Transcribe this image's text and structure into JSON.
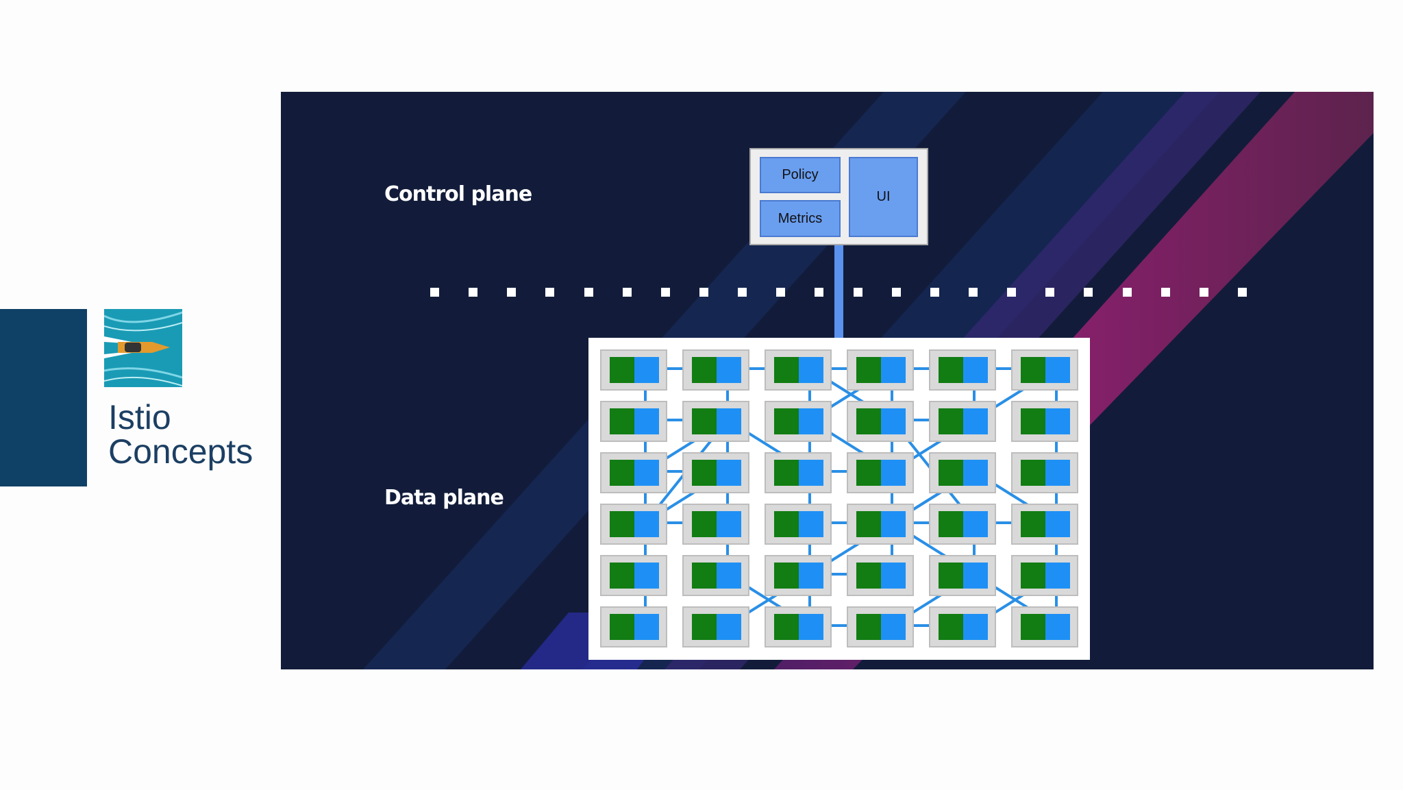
{
  "sidebar": {
    "logo_icon": "istio-sailboat-logo-icon",
    "title_line1": "Istio",
    "title_line2": "Concepts"
  },
  "slide": {
    "control_plane_label": "Control plane",
    "data_plane_label": "Data plane",
    "control_plane_components": [
      "Policy",
      "Metrics",
      "UI"
    ],
    "data_plane_grid": {
      "rows": 6,
      "cols": 6
    }
  },
  "colors": {
    "side_block": "#0f4066",
    "slide_background": "#121c3a",
    "app_container": "#117d13",
    "sidecar_proxy": "#1e90f5",
    "control_component": "#6a9eef"
  }
}
